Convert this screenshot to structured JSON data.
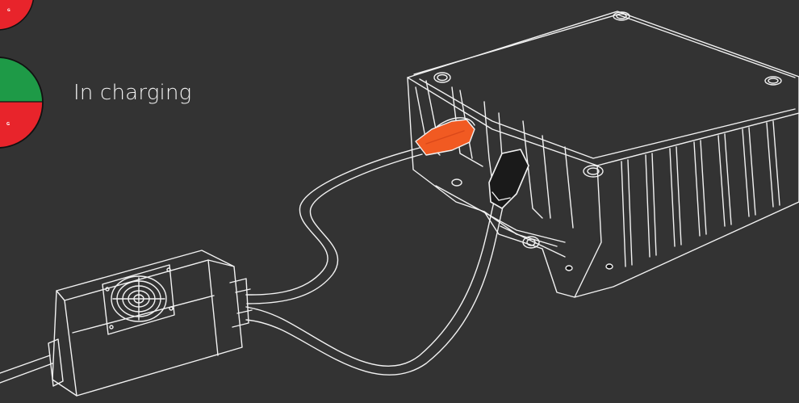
{
  "status_label": "In charging",
  "indicators": [
    {
      "name": "indicator-top-partial",
      "top_color": "#e8242b",
      "bottom_color": "#e8242b",
      "tiny_text": "G"
    },
    {
      "name": "indicator-charging",
      "top_color": "#1e9a47",
      "bottom_color": "#e8242b",
      "tiny_text": "G"
    }
  ],
  "colors": {
    "background": "#333333",
    "line": "#f2f2f2",
    "orange_plug": "#f15a22",
    "black_plug": "#1a1a1a"
  }
}
